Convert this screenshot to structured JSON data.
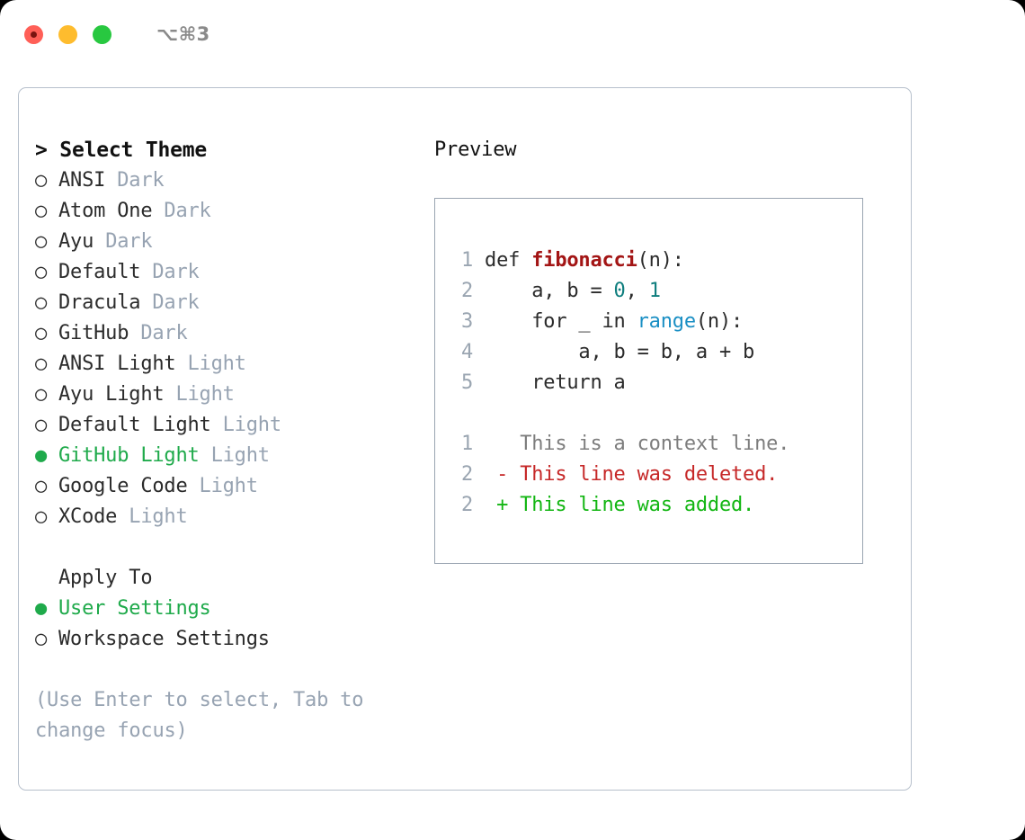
{
  "window": {
    "traffic_lights": [
      "close",
      "minimize",
      "maximize"
    ],
    "shortcut": "⌥⌘3",
    "colors": {
      "close": "#ff5f57",
      "minimize": "#febc2e",
      "maximize": "#28c840",
      "accent_green": "#1faa4b",
      "muted": "#97a3b2",
      "border": "#b7c0cc"
    }
  },
  "theme_section": {
    "caret": "> ",
    "header": "Select Theme",
    "options": [
      {
        "bullet": "○",
        "name": "ANSI",
        "kind": "Dark",
        "selected": false
      },
      {
        "bullet": "○",
        "name": "Atom One",
        "kind": "Dark",
        "selected": false
      },
      {
        "bullet": "○",
        "name": "Ayu",
        "kind": "Dark",
        "selected": false
      },
      {
        "bullet": "○",
        "name": "Default",
        "kind": "Dark",
        "selected": false
      },
      {
        "bullet": "○",
        "name": "Dracula",
        "kind": "Dark",
        "selected": false
      },
      {
        "bullet": "○",
        "name": "GitHub",
        "kind": "Dark",
        "selected": false
      },
      {
        "bullet": "○",
        "name": "ANSI Light",
        "kind": "Light",
        "selected": false
      },
      {
        "bullet": "○",
        "name": "Ayu Light",
        "kind": "Light",
        "selected": false
      },
      {
        "bullet": "○",
        "name": "Default Light",
        "kind": "Light",
        "selected": false
      },
      {
        "bullet": "●",
        "name": "GitHub Light",
        "kind": "Light",
        "selected": true
      },
      {
        "bullet": "○",
        "name": "Google Code",
        "kind": "Light",
        "selected": false
      },
      {
        "bullet": "○",
        "name": "XCode",
        "kind": "Light",
        "selected": false
      }
    ]
  },
  "apply_section": {
    "header": "Apply To",
    "options": [
      {
        "bullet": "●",
        "name": "User Settings",
        "selected": true
      },
      {
        "bullet": "○",
        "name": "Workspace Settings",
        "selected": false
      }
    ]
  },
  "hint": "(Use Enter to select, Tab to change focus)",
  "preview": {
    "title": "Preview",
    "code_lines": [
      {
        "num": "1",
        "segments": [
          {
            "text": "def ",
            "style": "plain"
          },
          {
            "text": "fibonacci",
            "style": "fn"
          },
          {
            "text": "(n):",
            "style": "plain"
          }
        ]
      },
      {
        "num": "2",
        "segments": [
          {
            "text": "    a, b = ",
            "style": "plain"
          },
          {
            "text": "0",
            "style": "num"
          },
          {
            "text": ", ",
            "style": "plain"
          },
          {
            "text": "1",
            "style": "num"
          }
        ]
      },
      {
        "num": "3",
        "segments": [
          {
            "text": "    for _ in ",
            "style": "plain"
          },
          {
            "text": "range",
            "style": "call"
          },
          {
            "text": "(n):",
            "style": "plain"
          }
        ]
      },
      {
        "num": "4",
        "segments": [
          {
            "text": "        a, b = b, a + b",
            "style": "plain"
          }
        ]
      },
      {
        "num": "5",
        "segments": [
          {
            "text": "    return a",
            "style": "plain"
          }
        ]
      }
    ],
    "diff_lines": [
      {
        "num": "1",
        "marker": "  ",
        "text": "This is a context line.",
        "kind": "ctx"
      },
      {
        "num": "2",
        "marker": "- ",
        "text": "This line was deleted.",
        "kind": "del"
      },
      {
        "num": "2",
        "marker": "+ ",
        "text": "This line was added.",
        "kind": "add"
      }
    ]
  }
}
